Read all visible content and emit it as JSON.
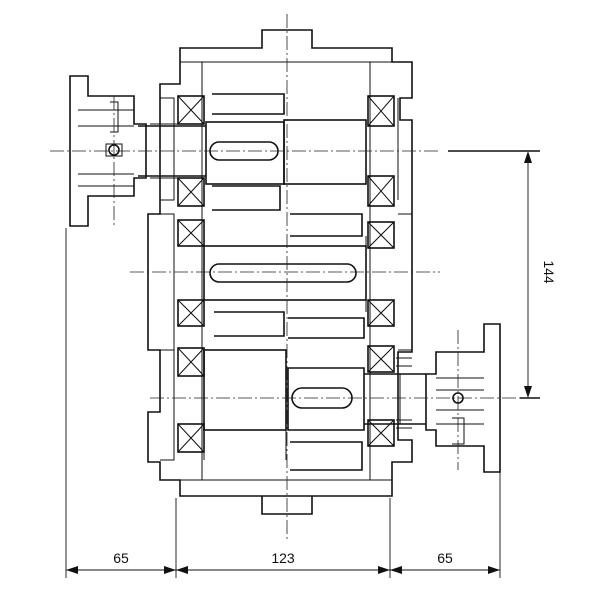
{
  "drawing": {
    "dimensions": {
      "left_overhang": "65",
      "housing_width": "123",
      "right_overhang": "65",
      "center_distance": "144"
    },
    "line_color": "#111111",
    "background": "#ffffff"
  }
}
